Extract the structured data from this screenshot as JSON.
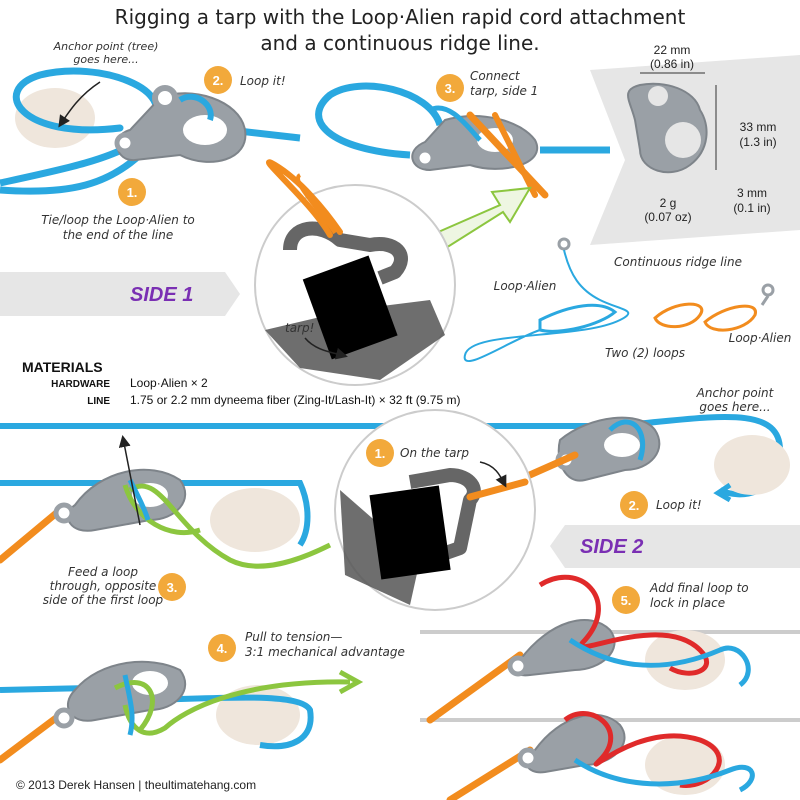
{
  "title": {
    "line1": "Rigging a tarp with the Loop·Alien rapid cord attachment",
    "line2": "and a continuous ridge line."
  },
  "side1": {
    "label": "SIDE 1",
    "anchor_note_l1": "Anchor point (tree)",
    "anchor_note_l2": "goes here...",
    "step1_num": "1.",
    "step1_l1": "Tie/loop the Loop·Alien to",
    "step1_l2": "the end of the line",
    "step2_num": "2.",
    "step2_text": "Loop it!",
    "step3_num": "3.",
    "step3_l1": "Connect",
    "step3_l2": "tarp, side 1",
    "tarp_label": "tarp!"
  },
  "specs": {
    "width_mm": "22 mm",
    "width_in": "(0.86 in)",
    "height_mm": "33 mm",
    "height_in": "(1.3 in)",
    "thick_mm": "3 mm",
    "thick_in": "(0.1 in)",
    "weight_g": "2 g",
    "weight_oz": "(0.07 oz)"
  },
  "kit": {
    "loop_alien_left": "Loop·Alien",
    "ridge_line": "Continuous ridge line",
    "two_loops": "Two (2) loops",
    "loop_alien_right": "Loop·Alien"
  },
  "materials": {
    "heading": "MATERIALS",
    "hardware_label": "HARDWARE",
    "hardware_value": "Loop·Alien × 2",
    "line_label": "LINE",
    "line_value": "1.75 or 2.2 mm dyneema fiber (Zing-It/Lash-It) × 32 ft (9.75 m)"
  },
  "side2": {
    "label": "SIDE 2",
    "step1_num": "1.",
    "step1_text": "On the tarp",
    "anchor_l1": "Anchor point",
    "anchor_l2": "goes here...",
    "step2_num": "2.",
    "step2_text": "Loop it!",
    "step3_num": "3.",
    "step3_l1": "Feed a loop",
    "step3_l2": "through, opposite",
    "step3_l3": "side of the first loop",
    "step4_num": "4.",
    "step4_l1": "Pull to tension—",
    "step4_l2": "3:1 mechanical advantage",
    "step5_num": "5.",
    "step5_l1": "Add final loop to",
    "step5_l2": "lock in place"
  },
  "credit": "© 2013 Derek Hansen  |  theultimatehang.com",
  "colors": {
    "blue_line": "#2aa8e0",
    "orange_line": "#f28c1e",
    "green_line": "#8cc63f",
    "red_line": "#e02a2a",
    "badge": "#f2a93b",
    "side_text": "#7a2fb3",
    "anchor_fill": "#efe6dc",
    "hardware": "#9aa0a6"
  }
}
